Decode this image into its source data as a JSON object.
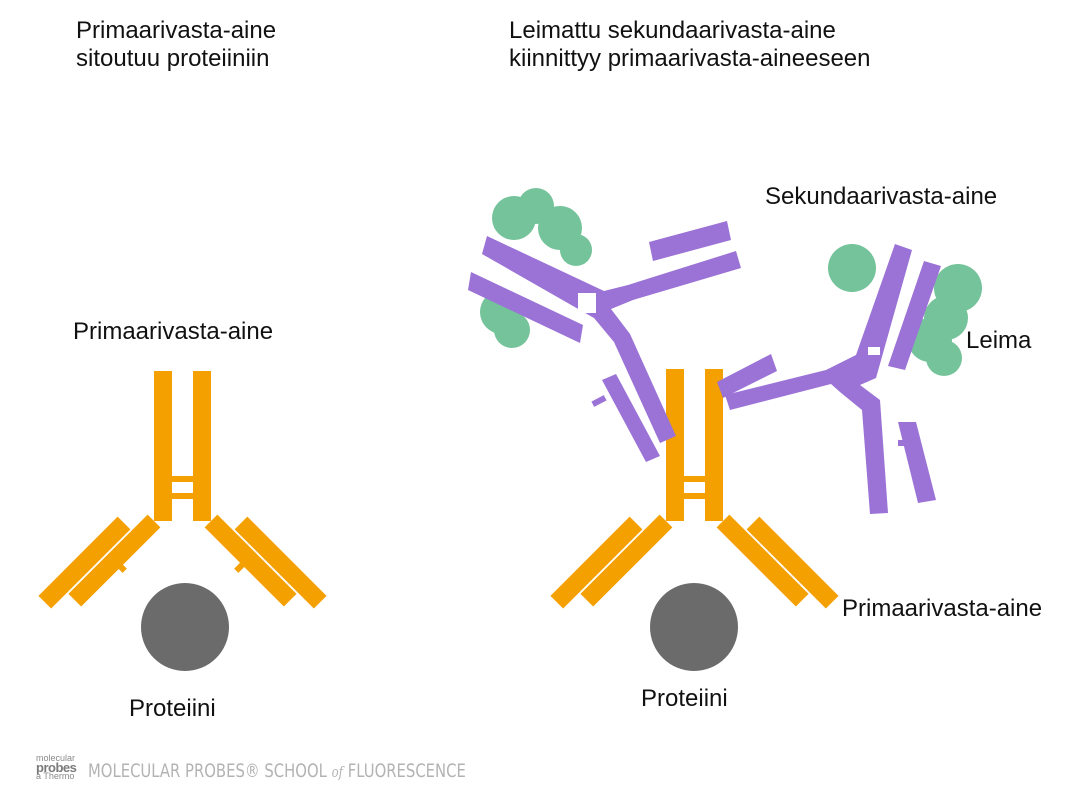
{
  "left_panel": {
    "heading_line1": "Primaarivasta-aine",
    "heading_line2": "sitoutuu proteiiniin",
    "antibody_label": "Primaarivasta-aine",
    "protein_label": "Proteiini"
  },
  "right_panel": {
    "heading_line1": "Leimattu sekundaarivasta-aine",
    "heading_line2": "kiinnittyy primaarivasta-aineeseen",
    "secondary_label": "Sekundaarivasta-aine",
    "label_label": "Leima",
    "primary_label": "Primaarivasta-aine",
    "protein_label": "Proteiini"
  },
  "footer": {
    "logo_line1": "molecular",
    "logo_line2": "probes",
    "logo_line3": "a Thermo",
    "brand_text": "MOLECULAR PROBES® SCHOOL",
    "brand_of": "of",
    "brand_end": "FLUORESCENCE"
  },
  "colors": {
    "primary_antibody": "#f4a000",
    "secondary_antibody": "#9b72d6",
    "label": "#74c39a",
    "protein": "#6b6b6b"
  }
}
